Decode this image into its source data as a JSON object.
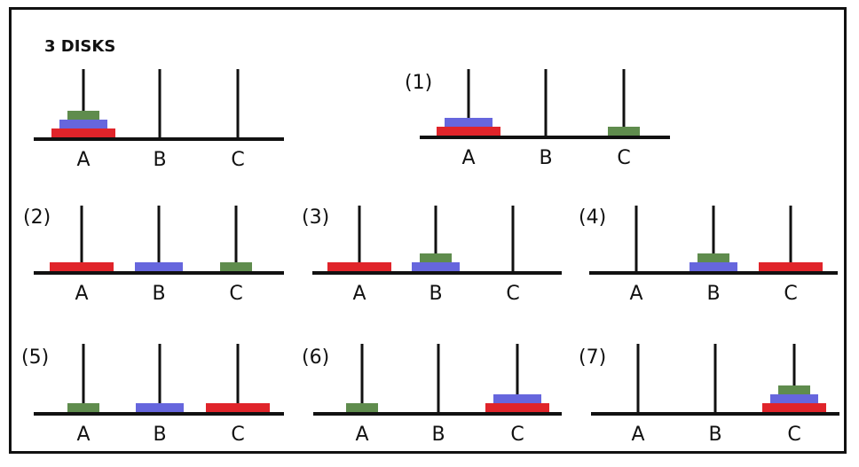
{
  "title": "3 DISKS",
  "peg_labels": [
    "A",
    "B",
    "C"
  ],
  "disk_colors": {
    "large": "#e0242a",
    "medium": "#6666dd",
    "small": "#5f8c4d"
  },
  "panels": [
    {
      "step": "",
      "pegs": [
        [
          "large",
          "medium",
          "small"
        ],
        [],
        []
      ]
    },
    {
      "step": "(1)",
      "pegs": [
        [
          "large",
          "medium"
        ],
        [],
        [
          "small"
        ]
      ]
    },
    {
      "step": "(2)",
      "pegs": [
        [
          "large"
        ],
        [
          "medium"
        ],
        [
          "small"
        ]
      ]
    },
    {
      "step": "(3)",
      "pegs": [
        [
          "large"
        ],
        [
          "medium",
          "small"
        ],
        []
      ]
    },
    {
      "step": "(4)",
      "pegs": [
        [],
        [
          "medium",
          "small"
        ],
        [
          "large"
        ]
      ]
    },
    {
      "step": "(5)",
      "pegs": [
        [
          "small"
        ],
        [
          "medium"
        ],
        [
          "large"
        ]
      ]
    },
    {
      "step": "(6)",
      "pegs": [
        [
          "small"
        ],
        [],
        [
          "large",
          "medium"
        ]
      ]
    },
    {
      "step": "(7)",
      "pegs": [
        [],
        [],
        [
          "large",
          "medium",
          "small"
        ]
      ]
    }
  ]
}
